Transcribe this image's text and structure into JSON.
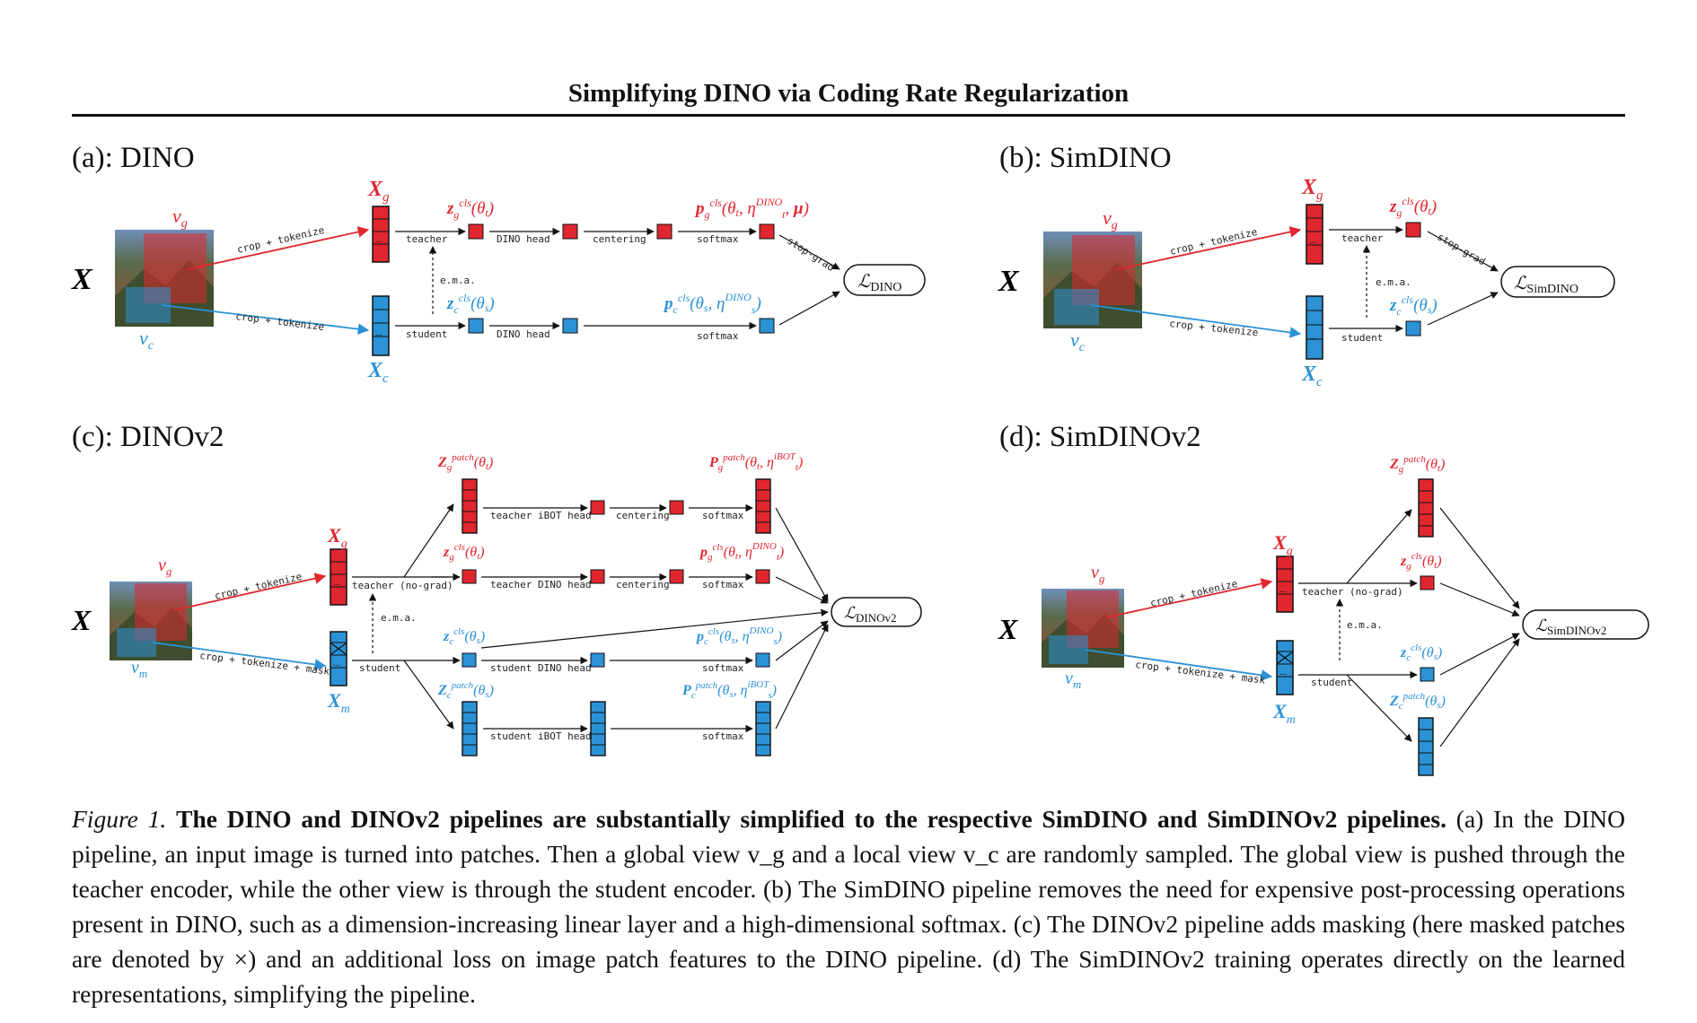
{
  "header": {
    "title": "Simplifying DINO via Coding Rate Regularization"
  },
  "colors": {
    "teacher": "#e0262f",
    "student": "#2b92d6",
    "ink": "#111111"
  },
  "panels": {
    "a": {
      "title": "(a): DINO",
      "loss": "DINO",
      "labels": {
        "crop1": "crop + tokenize",
        "crop2": "crop + tokenize",
        "teacher": "teacher",
        "student": "student",
        "ema": "e.m.a.",
        "dinohead_t": "DINO head",
        "dinohead_s": "DINO head",
        "centering": "centering",
        "softmax_t": "softmax",
        "softmax_s": "softmax",
        "stopgrad": "stop-grad"
      }
    },
    "b": {
      "title": "(b): SimDINO",
      "loss": "SimDINO",
      "labels": {
        "crop1": "crop + tokenize",
        "crop2": "crop + tokenize",
        "teacher": "teacher",
        "student": "student",
        "ema": "e.m.a.",
        "stopgrad": "stop-grad"
      }
    },
    "c": {
      "title": "(c): DINOv2",
      "loss": "DINOv2",
      "labels": {
        "crop1": "crop + tokenize",
        "crop2": "crop + tokenize + mask",
        "teacher": "teacher (no-grad)",
        "student": "student",
        "ema": "e.m.a.",
        "ibot_t": "teacher iBOT head",
        "dino_t": "teacher DINO head",
        "centering1": "centering",
        "centering2": "centering",
        "softmax1": "softmax",
        "softmax2": "softmax",
        "dino_s": "student DINO head",
        "ibot_s": "student iBOT head",
        "softmax3": "softmax",
        "softmax4": "softmax"
      }
    },
    "d": {
      "title": "(d): SimDINOv2",
      "loss": "SimDINOv2",
      "labels": {
        "crop1": "crop + tokenize",
        "crop2": "crop + tokenize + mask",
        "teacher": "teacher (no-grad)",
        "student": "student",
        "ema": "e.m.a."
      }
    }
  },
  "caption": {
    "label": "Figure 1.",
    "bold": "The DINO and DINOv2 pipelines are substantially simplified to the respective SimDINO and SimDINOv2 pipelines.",
    "text": "(a) In the DINO pipeline, an input image is turned into patches. Then a global view v_g and a local view v_c are randomly sampled. The global view is pushed through the teacher encoder, while the other view is through the student encoder. (b) The SimDINO pipeline removes the need for expensive post-processing operations present in DINO, such as a dimension-increasing linear layer and a high-dimensional softmax. (c) The DINOv2 pipeline adds masking (here masked patches are denoted by ×) and an additional loss on image patch features to the DINO pipeline. (d) The SimDINOv2 training operates directly on the learned representations, simplifying the pipeline."
  }
}
